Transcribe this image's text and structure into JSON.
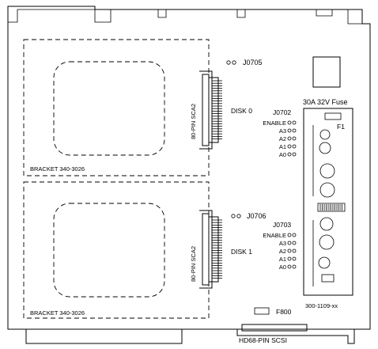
{
  "labels": {
    "j0705": "J0705",
    "j0706": "J0706",
    "j0702": "J0702",
    "j0703": "J0703",
    "disk0": "DISK 0",
    "disk1": "DISK 1",
    "sca2_top": "80-PIN SCA2",
    "sca2_bottom": "80-PIN SCA2",
    "bracket_top": "BRACKET  340-3026",
    "bracket_bottom": "BRACKET  340-3026",
    "fuse": "30A 32V Fuse",
    "f1": "F1",
    "f800": "F800",
    "part_number": "300-1109-xx",
    "scsi": "HD68-PIN SCSI"
  },
  "jumper_block_top": [
    "ENABLE",
    "A3",
    "A2",
    "A1",
    "A0"
  ],
  "jumper_block_bottom": [
    "ENABLE",
    "A3",
    "A2",
    "A1",
    "A0"
  ]
}
